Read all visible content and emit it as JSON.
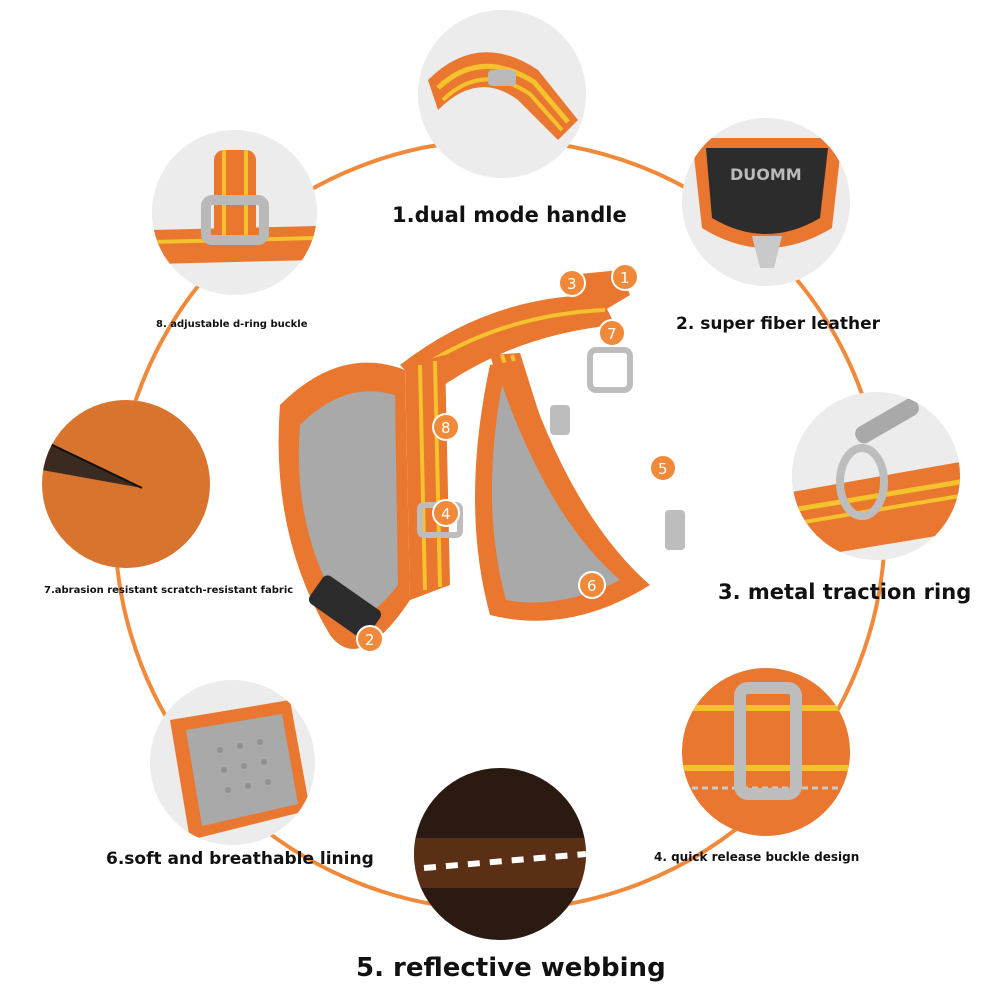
{
  "brand": "DUOMM",
  "colors": {
    "accent": "#f08a3a",
    "harness": "#e9772f",
    "stripe": "#f3c22d",
    "mesh": "#a9a9a9",
    "dark": "#2c2c2c"
  },
  "features": [
    {
      "number": "1",
      "label": "1.dual mode handle"
    },
    {
      "number": "2",
      "label": "2. super fiber leather"
    },
    {
      "number": "3",
      "label": "3. metal traction ring"
    },
    {
      "number": "4",
      "label": "4. quick release buckle design"
    },
    {
      "number": "5",
      "label": "5. reflective webbing"
    },
    {
      "number": "6",
      "label": "6.soft and breathable lining"
    },
    {
      "number": "7",
      "label": "7.abrasion resistant scratch-resistant fabric"
    },
    {
      "number": "8",
      "label": "8. adjustable d-ring buckle"
    }
  ],
  "markers": [
    "1",
    "2",
    "3",
    "4",
    "5",
    "6",
    "7",
    "8"
  ]
}
